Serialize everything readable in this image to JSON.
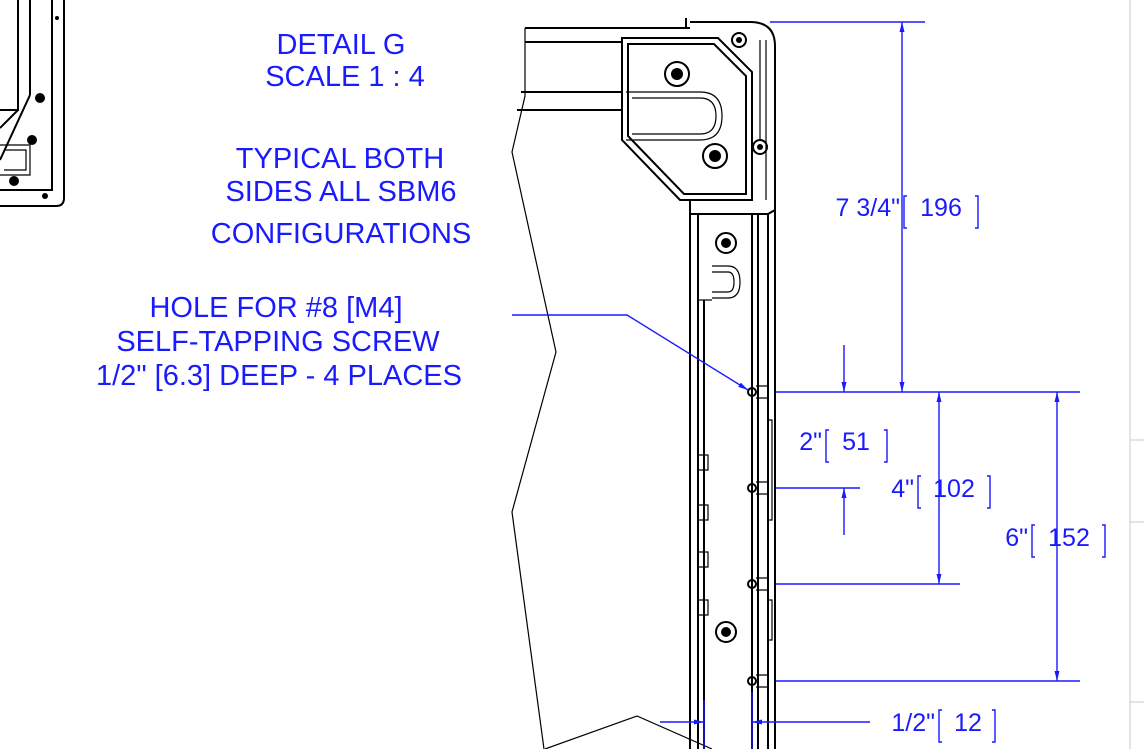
{
  "detail": {
    "title_line1": "DETAIL G",
    "title_line2": "SCALE 1 : 4",
    "note_line1": "TYPICAL BOTH",
    "note_line2": "SIDES ALL SBM6",
    "note_line3": "CONFIGURATIONS"
  },
  "hole_callout": {
    "line1": "HOLE FOR #8 [M4]",
    "line2": "SELF-TAPPING SCREW",
    "line3": "1/2\" [6.3] DEEP - 4 PLACES"
  },
  "dimensions": [
    {
      "imperial": "7 3/4\"",
      "metric": "196"
    },
    {
      "imperial": "2\"",
      "metric": "51"
    },
    {
      "imperial": "4\"",
      "metric": "102"
    },
    {
      "imperial": "6\"",
      "metric": "152"
    },
    {
      "imperial": "1/2\"",
      "metric": "12"
    }
  ],
  "colors": {
    "annotation": "#1a1aff",
    "linework": "#000000"
  }
}
